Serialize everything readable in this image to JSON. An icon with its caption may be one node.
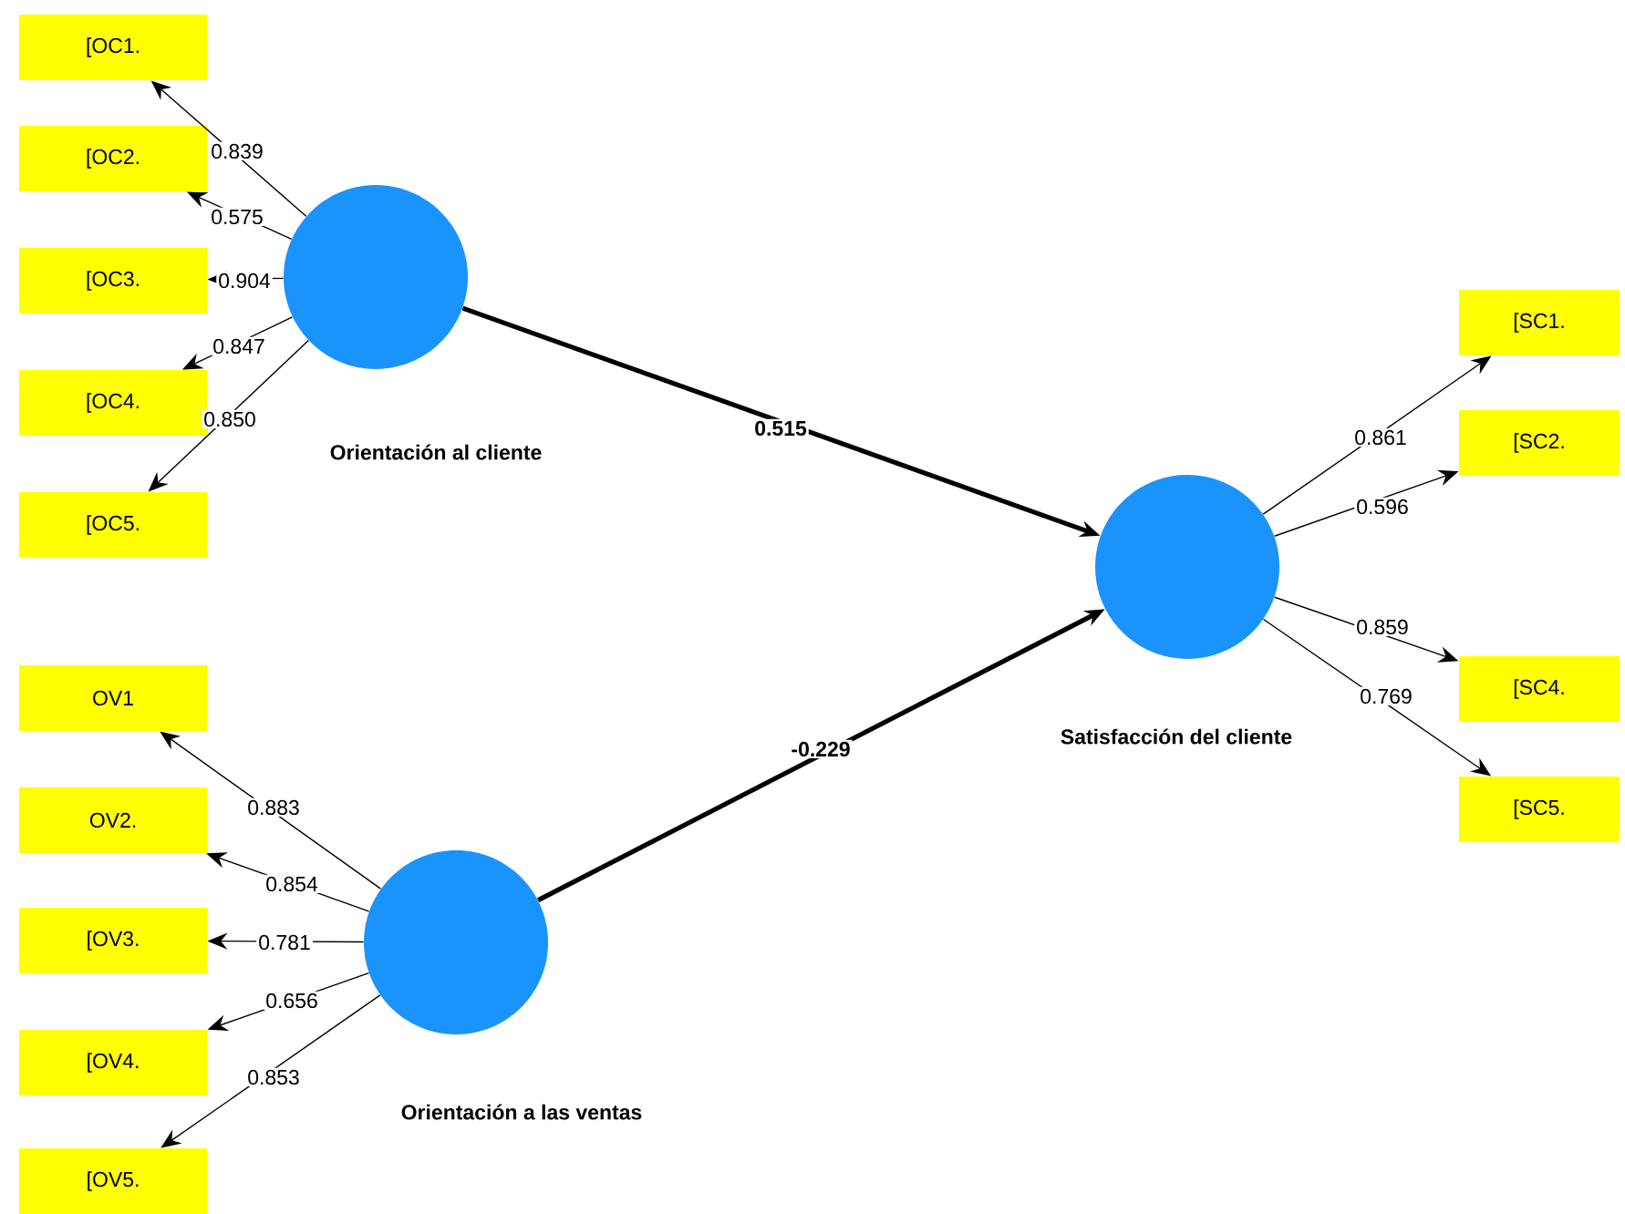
{
  "diagram": {
    "nodes": [
      {
        "text": [
          "Orientación al cliente"
        ]
      },
      {
        "text": [
          "[OC1."
        ]
      },
      {
        "text": [
          "[OC2."
        ]
      },
      {
        "text": [
          "[OC3."
        ]
      },
      {
        "text": [
          "[OC4."
        ]
      },
      {
        "text": [
          "[OC5."
        ]
      },
      {
        "text": [
          "Orientación a las ventas"
        ]
      },
      {
        "text": [
          "OV1"
        ]
      },
      {
        "text": [
          "OV2."
        ]
      },
      {
        "text": [
          "[OV3."
        ]
      },
      {
        "text": [
          "[OV4."
        ]
      },
      {
        "text": [
          "[OV5."
        ]
      },
      {
        "text": [
          "Satisfacción del cliente"
        ]
      },
      {
        "text": [
          "[SC1."
        ]
      },
      {
        "text": [
          "[SC2."
        ]
      },
      {
        "text": [
          "[SC4."
        ]
      },
      {
        "text": [
          "[SC5."
        ]
      }
    ],
    "edges": [
      {
        "from": 0,
        "to": 1,
        "arrow": "to",
        "label": "0.839"
      },
      {
        "from": 0,
        "to": 2,
        "arrow": "to",
        "label": "0.575"
      },
      {
        "from": 0,
        "to": 3,
        "arrow": "to",
        "label": "0.904"
      },
      {
        "from": 0,
        "to": 4,
        "arrow": "to",
        "label": "0.847"
      },
      {
        "from": 0,
        "to": 5,
        "arrow": "to",
        "label": "0.850"
      },
      {
        "from": 6,
        "to": 7,
        "arrow": "to",
        "label": "0.883"
      },
      {
        "from": 6,
        "to": 8,
        "arrow": "to",
        "label": "0.854"
      },
      {
        "from": 6,
        "to": 9,
        "arrow": "to",
        "label": "0.781"
      },
      {
        "from": 6,
        "to": 10,
        "arrow": "to",
        "label": "0.656"
      },
      {
        "from": 6,
        "to": 11,
        "arrow": "to",
        "label": "0.853"
      },
      {
        "from": 12,
        "to": 13,
        "arrow": "to",
        "label": "0.861"
      },
      {
        "from": 12,
        "to": 14,
        "arrow": "to",
        "label": "0.596"
      },
      {
        "from": 12,
        "to": 15,
        "arrow": "to",
        "label": "0.859"
      },
      {
        "from": 12,
        "to": 16,
        "arrow": "to",
        "label": "0.769"
      },
      {
        "from": 0,
        "to": 12,
        "arrow": "to",
        "label": "0.515",
        "style": "thick"
      },
      {
        "from": 6,
        "to": 12,
        "arrow": "to",
        "label": "-0.229",
        "style": "thick"
      }
    ]
  }
}
